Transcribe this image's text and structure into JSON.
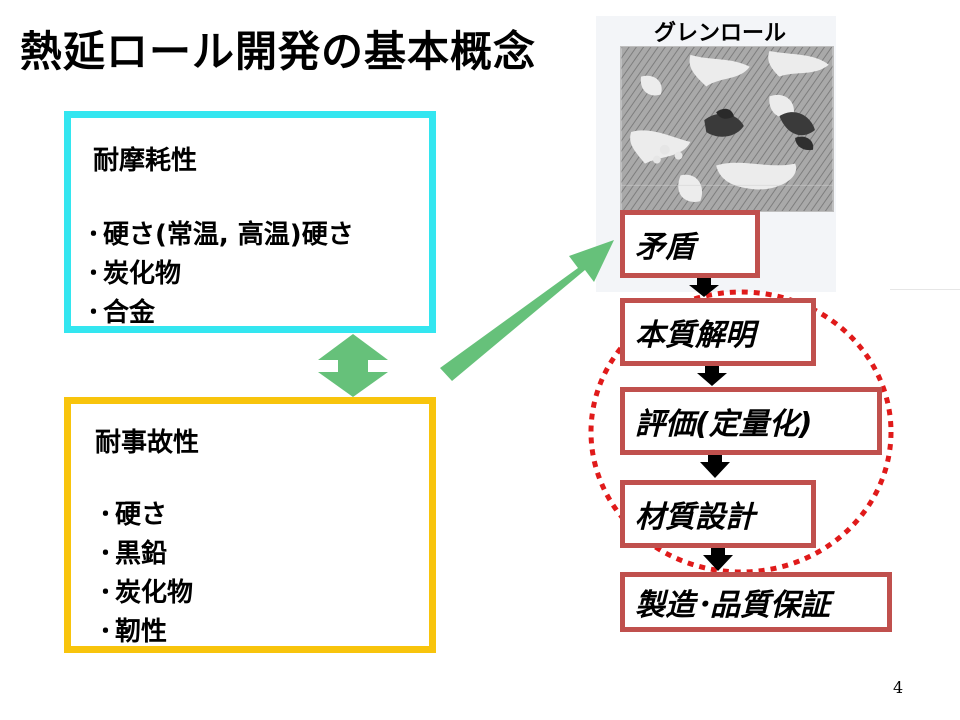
{
  "slide": {
    "title": "熱延ロール開発の基本概念",
    "page_number": "4"
  },
  "wear_box": {
    "heading": "耐摩耗性",
    "items": [
      "硬さ(常温, 高温)硬さ",
      "炭化物",
      "合金"
    ],
    "border_color": "#33e6f0"
  },
  "accident_box": {
    "heading": "耐事故性",
    "items": [
      "硬さ",
      "黒鉛",
      "炭化物",
      "靭性"
    ],
    "border_color": "#f8c40c"
  },
  "photo": {
    "label": "グレンロール"
  },
  "process": {
    "steps": [
      "矛盾",
      "本質解明",
      "評価(定量化)",
      "材質設計",
      "製造･品質保証"
    ],
    "border_color": "#c0504d"
  },
  "colors": {
    "arrow_green": "#66c17a",
    "dashed_circle": "#e01a1a"
  }
}
